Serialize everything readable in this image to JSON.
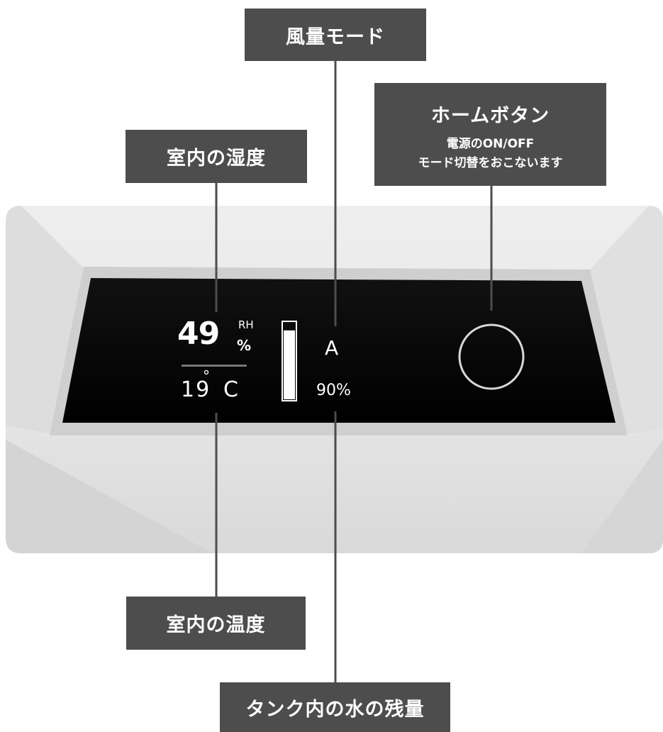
{
  "labels": {
    "airflow_mode": "風量モード",
    "home_button_title": "ホームボタン",
    "home_button_desc_1": "電源のON/OFF",
    "home_button_desc_2": "モード切替をおこないます",
    "room_humidity": "室内の湿度",
    "room_temperature": "室内の温度",
    "tank_water_level": "タンク内の水の残量"
  },
  "display": {
    "humidity": "49",
    "humidity_rh": "RH",
    "humidity_unit": "%",
    "temperature": "19",
    "temperature_degree": "°",
    "temperature_unit": "C",
    "mode": "A",
    "tank_level": "90%",
    "tank_fill_fraction": 0.9
  },
  "colors": {
    "callout_bg": "#4d4d4d",
    "callout_text": "#ffffff",
    "device_body": "#e6e6e6",
    "screen_bg": "#050505",
    "display_text": "#ffffff",
    "home_ring": "#d8d8d8",
    "leader_line": "#4d4d4d"
  }
}
